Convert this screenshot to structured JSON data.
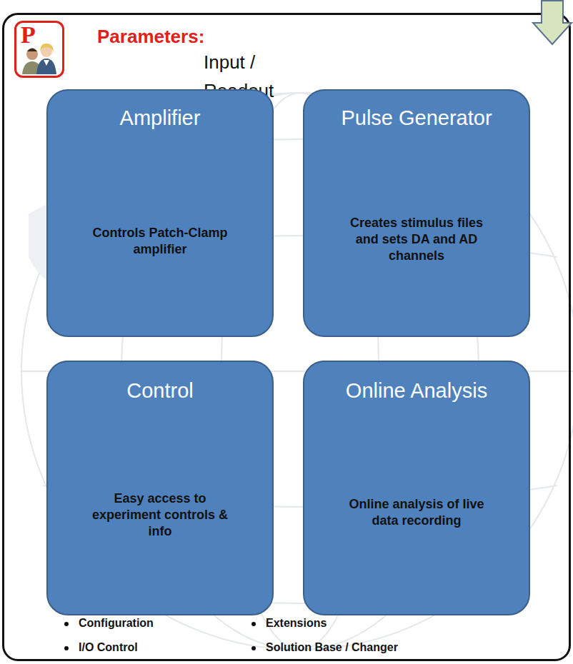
{
  "diagram": {
    "nodes": [
      {
        "text": [
          "Parameters:",
          "Input / Readout"
        ]
      },
      {
        "text": [
          "Amplifier",
          "Controls Patch-Clamp amplifier"
        ],
        "in": 0
      },
      {
        "text": [
          "Pulse Generator",
          "Creates stimulus files and sets DA and AD channels"
        ],
        "in": 0
      },
      {
        "text": [
          "Control",
          "Easy access to experiment controls & info"
        ],
        "in": 0
      },
      {
        "text": [
          "Online Analysis",
          "Online analysis of live data recording"
        ],
        "in": 0
      }
    ],
    "labels": [
      "P",
      "Configuration",
      "I/O Control",
      "Extensions",
      "Solution Base / Changer"
    ]
  }
}
